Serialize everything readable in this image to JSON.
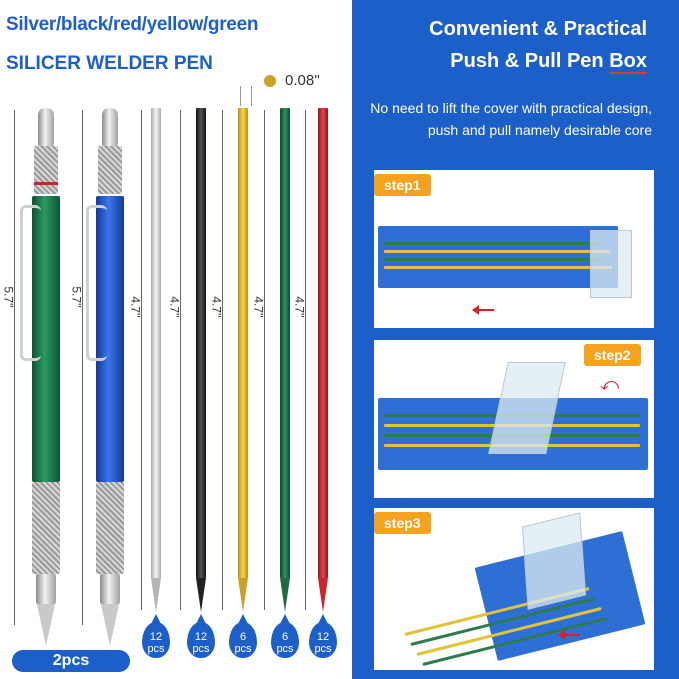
{
  "left": {
    "heading_colors": "Silver/black/red/yellow/green",
    "heading_product": "SILICER WELDER PEN",
    "diameter": "0.08''",
    "pen_length": "5.7''",
    "lead_length": "4.7''",
    "pens_count": "2pcs",
    "pens": [
      {
        "color": "#1f7a4d",
        "length": "5.7''"
      },
      {
        "color": "#1e4fc2",
        "length": "5.7''"
      }
    ],
    "leads": [
      {
        "color": "#d9d9d9",
        "length": "4.7''",
        "qty": "12",
        "unit": "pcs"
      },
      {
        "color": "#2a2a2a",
        "length": "4.7''",
        "qty": "12",
        "unit": "pcs"
      },
      {
        "color": "#e2b51d",
        "length": "4.7''",
        "qty": "6",
        "unit": "pcs"
      },
      {
        "color": "#1e6b44",
        "length": "4.7''",
        "qty": "6",
        "unit": "pcs"
      },
      {
        "color": "#c8262b",
        "length": "4.7''",
        "qty": "12",
        "unit": "pcs"
      }
    ]
  },
  "right": {
    "title_line1": "Convenient & Practical",
    "title_line2_a": "Push & Pull Pen ",
    "title_line2_b": "Box",
    "desc_line1": "No need to lift the cover with practical design,",
    "desc_line2": "push and pull namely desirable core",
    "steps": [
      "step1",
      "step2",
      "step3"
    ]
  },
  "colors": {
    "accent": "#1d5fc8",
    "step": "#f6a21e",
    "arrow": "#e02020"
  }
}
